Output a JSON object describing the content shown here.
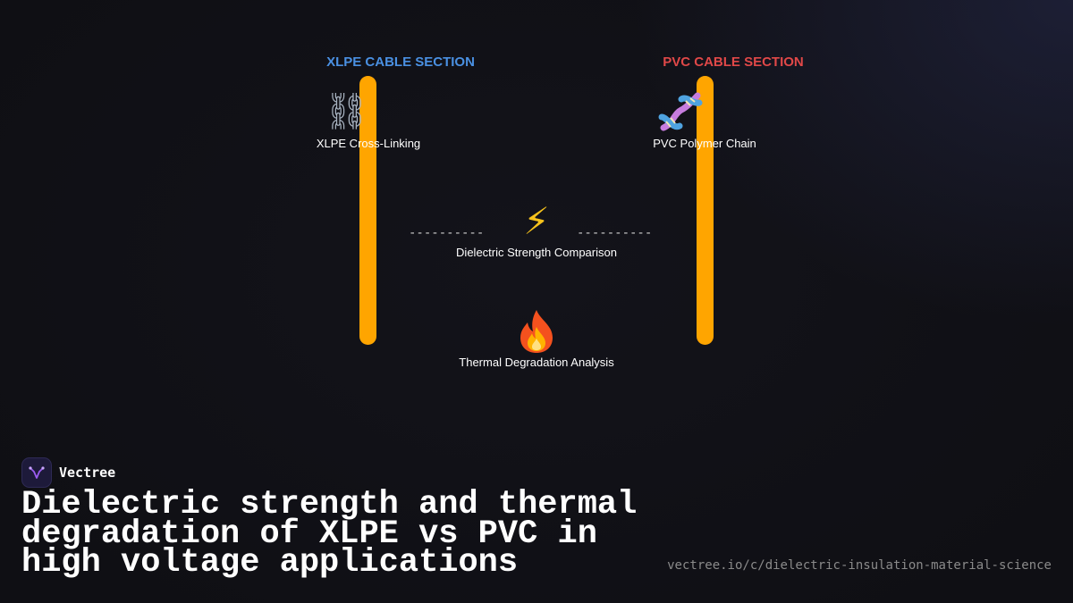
{
  "diagram": {
    "left_section": {
      "title": "XLPE CABLE SECTION",
      "icon": "chain-icon",
      "caption": "XLPE Cross-Linking",
      "color": "#4a90e2"
    },
    "right_section": {
      "title": "PVC CABLE SECTION",
      "icon": "dna-icon",
      "caption": "PVC Polymer Chain",
      "color": "#e04848"
    },
    "cable_color": "#ffa500",
    "dielectric": {
      "icon": "lightning-bolt-icon",
      "caption": "Dielectric Strength Comparison",
      "dashes": "----------"
    },
    "thermal": {
      "icon": "fire-icon",
      "caption": "Thermal Degradation Analysis"
    }
  },
  "footer": {
    "brand_name": "Vectree",
    "title": "Dielectric strength and thermal degradation of XLPE vs PVC in high voltage applications",
    "url": "vectree.io/c/dielectric-insulation-material-science"
  },
  "colors": {
    "background": "#0f0f14",
    "accent_logo": "#9b5cf0"
  }
}
